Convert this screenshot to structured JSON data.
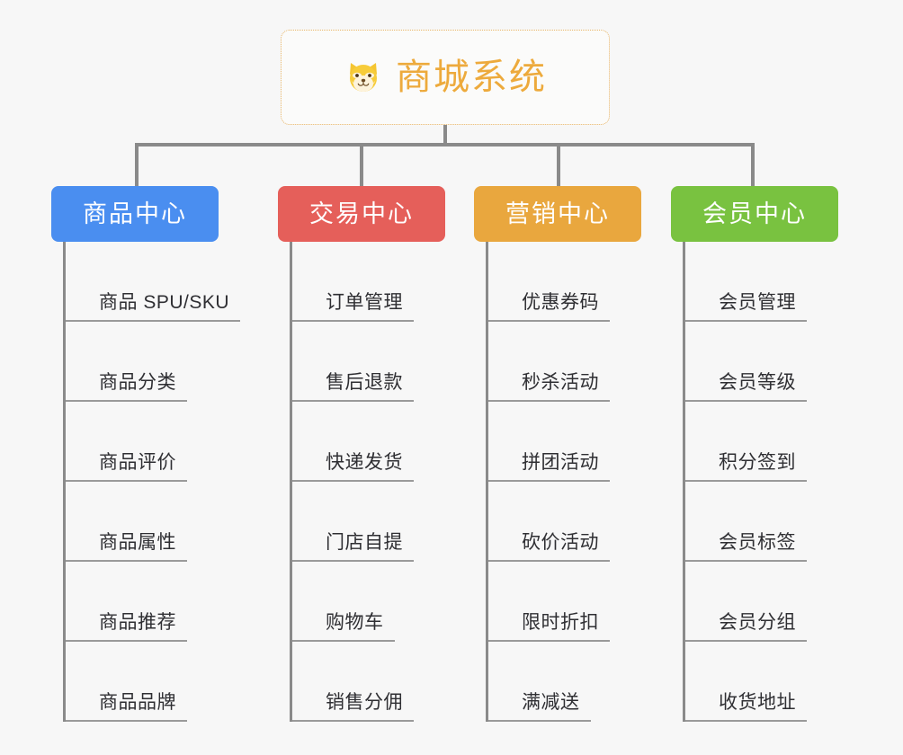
{
  "diagram": {
    "type": "mindmap-tree",
    "background_color": "#f7f7f7",
    "connector_color": "#8a8a8a",
    "root": {
      "title": "商城系统",
      "icon": "shiba-dog-face-emoji",
      "emoji": "🐶",
      "text_color": "#edaa3c",
      "border_color": "#e8b567",
      "background_color": "#fbfbfa"
    },
    "categories": [
      {
        "label": "商品中心",
        "color": "#4a8ef0",
        "items": [
          "商品 SPU/SKU",
          "商品分类",
          "商品评价",
          "商品属性",
          "商品推荐",
          "商品品牌"
        ]
      },
      {
        "label": "交易中心",
        "color": "#e55f5a",
        "items": [
          "订单管理",
          "售后退款",
          "快递发货",
          "门店自提",
          "购物车",
          "销售分佣"
        ]
      },
      {
        "label": "营销中心",
        "color": "#e9a73e",
        "items": [
          "优惠券码",
          "秒杀活动",
          "拼团活动",
          "砍价活动",
          "限时折扣",
          "满减送"
        ]
      },
      {
        "label": "会员中心",
        "color": "#79c240",
        "items": [
          "会员管理",
          "会员等级",
          "积分签到",
          "会员标签",
          "会员分组",
          "收货地址"
        ]
      }
    ]
  }
}
